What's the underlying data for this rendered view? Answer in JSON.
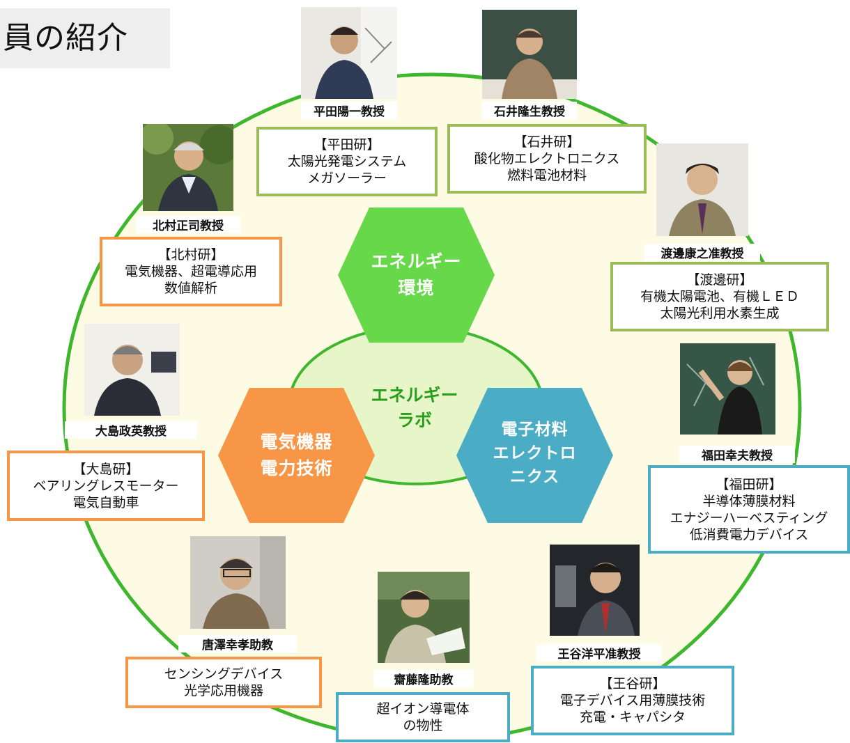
{
  "title": "員の紹介",
  "colors": {
    "circle_fill": "#fdfbe3",
    "circle_stroke": "#3eb72e",
    "inner_fill": "#e6f6c8",
    "hex_energy": "#66d84a",
    "hex_electric": "#f79646",
    "hex_material": "#4bacc6",
    "box_green": "#9bbb59",
    "box_orange": "#f79646",
    "box_blue": "#4bacc6"
  },
  "center": {
    "line1": "エネルギー",
    "line2": "ラボ"
  },
  "hexagons": {
    "energy": {
      "line1": "エネルギー",
      "line2": "環境"
    },
    "electric": {
      "line1": "電気機器",
      "line2": "電力技術"
    },
    "material": {
      "line1": "電子材料",
      "line2": "エレクトロ",
      "line3": "ニクス"
    }
  },
  "members": {
    "hirata": {
      "name": "平田陽一教授",
      "lab": "【平田研】",
      "line1": "太陽光発電システム",
      "line2": "メガソーラー"
    },
    "ishii": {
      "name": "石井隆生教授",
      "lab": "【石井研】",
      "line1": "酸化物エレクトロニクス",
      "line2": "燃料電池材料"
    },
    "kitamura": {
      "name": "北村正司教授",
      "lab": "【北村研】",
      "line1": "電気機器、超電導応用",
      "line2": "数値解析"
    },
    "watanabe": {
      "name": "渡邊康之准教授",
      "lab": "【渡邊研】",
      "line1": "有機太陽電池、有機ＬＥＤ",
      "line2": "太陽光利用水素生成"
    },
    "oshima": {
      "name": "大島政英教授",
      "lab": "【大島研】",
      "line1": "ベアリングレスモーター",
      "line2": "電気自動車"
    },
    "fukuda": {
      "name": "福田幸夫教授",
      "lab": "【福田研】",
      "line1": "半導体薄膜材料",
      "line2": "エナジーハーベスティング",
      "line3": "低消費電力デバイス"
    },
    "karasawa": {
      "name": "唐澤幸孝助教",
      "line1": "センシングデバイス",
      "line2": "光学応用機器"
    },
    "saito": {
      "name": "齋藤隆助教",
      "line1": "超イオン導電体",
      "line2": "の物性"
    },
    "ohtani": {
      "name": "王谷洋平准教授",
      "lab": "【王谷研】",
      "line1": "電子デバイス用薄膜技術",
      "line2": "充電・キャパシタ"
    }
  }
}
